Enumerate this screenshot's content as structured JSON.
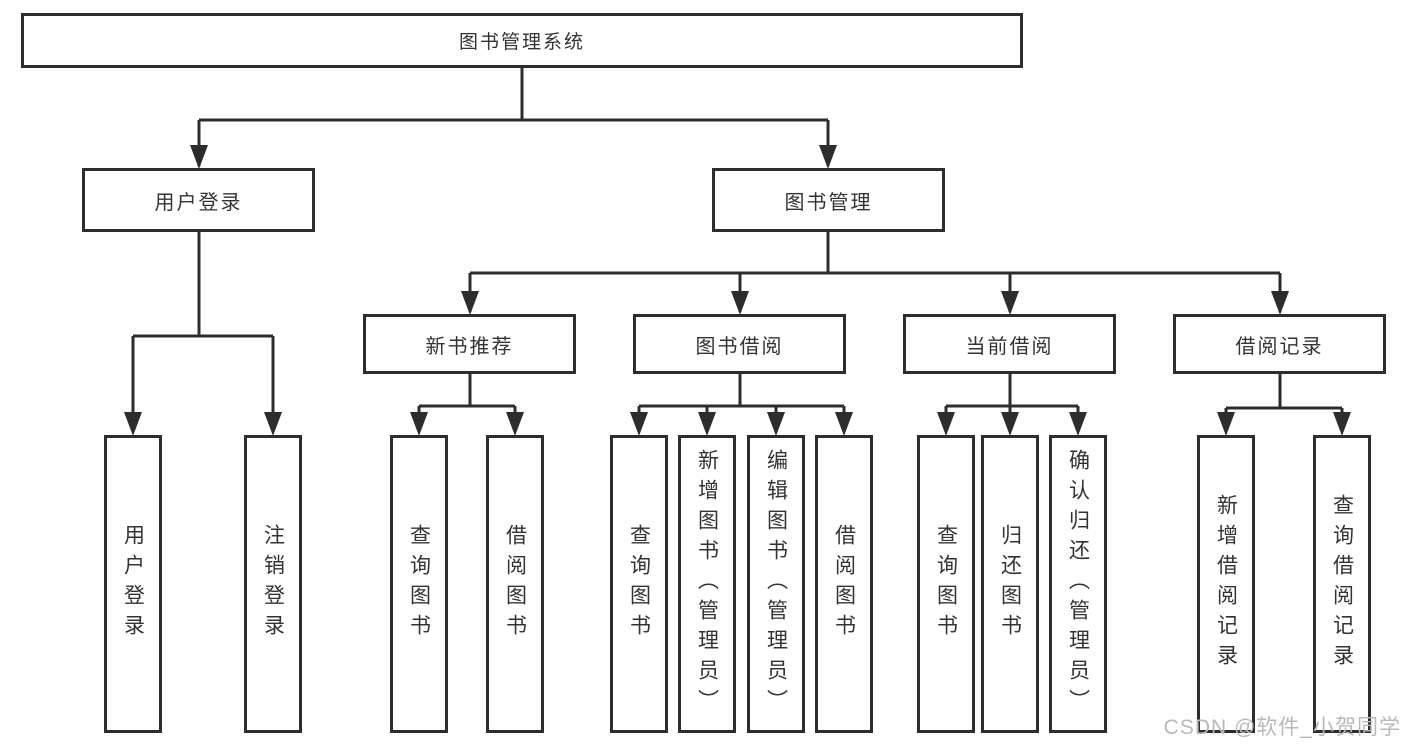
{
  "nodes": {
    "root": "图书管理系统",
    "level2": {
      "user_login": "用户登录",
      "book_mgmt": "图书管理"
    },
    "level3": {
      "new_book_rec": "新书推荐",
      "book_borrow": "图书借阅",
      "current_borrow": "当前借阅",
      "borrow_records": "借阅记录"
    },
    "leaves": {
      "login": [
        "用户登录",
        "注销登录"
      ],
      "rec": [
        "查询图书",
        "借阅图书"
      ],
      "borrow": [
        "查询图书",
        "新增图书（管理员）",
        "编辑图书（管理员）",
        "借阅图书"
      ],
      "current": [
        "查询图书",
        "归还图书",
        "确认归还（管理员）"
      ],
      "records": [
        "新增借阅记录",
        "查询借阅记录"
      ]
    }
  },
  "watermark": "CSDN @软件_小贺同学",
  "colors": {
    "line": "#2d2d2d",
    "text": "#333333",
    "watermark": "#b9b9b9",
    "background": "#ffffff"
  }
}
